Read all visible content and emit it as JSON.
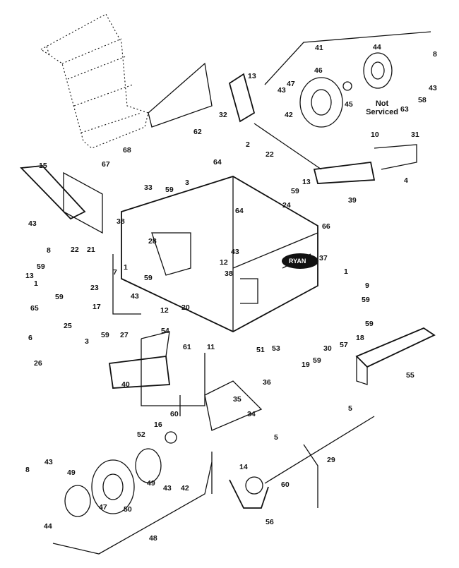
{
  "diagram": {
    "logo_text": "RYAN",
    "note_line1": "Not",
    "note_line2": "Serviced",
    "labels": {
      "l1a": "1",
      "l1b": "1",
      "l1c": "1",
      "l2": "2",
      "l3a": "3",
      "l3b": "3",
      "l4": "4",
      "l5a": "5",
      "l5b": "5",
      "l6": "6",
      "l7": "7",
      "l8a": "8",
      "l8b": "8",
      "l8c": "8",
      "l9": "9",
      "l10": "10",
      "l11": "11",
      "l12a": "12",
      "l12b": "12",
      "l13a": "13",
      "l13b": "13",
      "l13c": "13",
      "l14": "14",
      "l15": "15",
      "l16": "16",
      "l17": "17",
      "l18": "18",
      "l19": "19",
      "l20": "20",
      "l21": "21",
      "l22a": "22",
      "l22b": "22",
      "l23": "23",
      "l24": "24",
      "l25": "25",
      "l26": "26",
      "l27": "27",
      "l28": "28",
      "l29": "29",
      "l30": "30",
      "l31": "31",
      "l32": "32",
      "l33": "33",
      "l34": "34",
      "l35": "35",
      "l36": "36",
      "l37": "37",
      "l38a": "38",
      "l38b": "38",
      "l39": "39",
      "l40": "40",
      "l41": "41",
      "l42a": "42",
      "l42b": "42",
      "l43a": "43",
      "l43b": "43",
      "l43c": "43",
      "l43d": "43",
      "l43e": "43",
      "l43f": "43",
      "l43g": "43",
      "l44a": "44",
      "l44b": "44",
      "l45": "45",
      "l46": "46",
      "l47a": "47",
      "l47b": "47",
      "l48": "48",
      "l49a": "49",
      "l49b": "49",
      "l50": "50",
      "l51": "51",
      "l52": "52",
      "l53": "53",
      "l54": "54",
      "l55": "55",
      "l56": "56",
      "l57": "57",
      "l58": "58",
      "l59a": "59",
      "l59b": "59",
      "l59c": "59",
      "l59d": "59",
      "l59e": "59",
      "l59f": "59",
      "l59g": "59",
      "l59h": "59",
      "l59i": "59",
      "l60a": "60",
      "l60b": "60",
      "l61": "61",
      "l62": "62",
      "l63": "63",
      "l64a": "64",
      "l64b": "64",
      "l65": "65",
      "l66": "66",
      "l67": "67",
      "l68": "68"
    }
  }
}
